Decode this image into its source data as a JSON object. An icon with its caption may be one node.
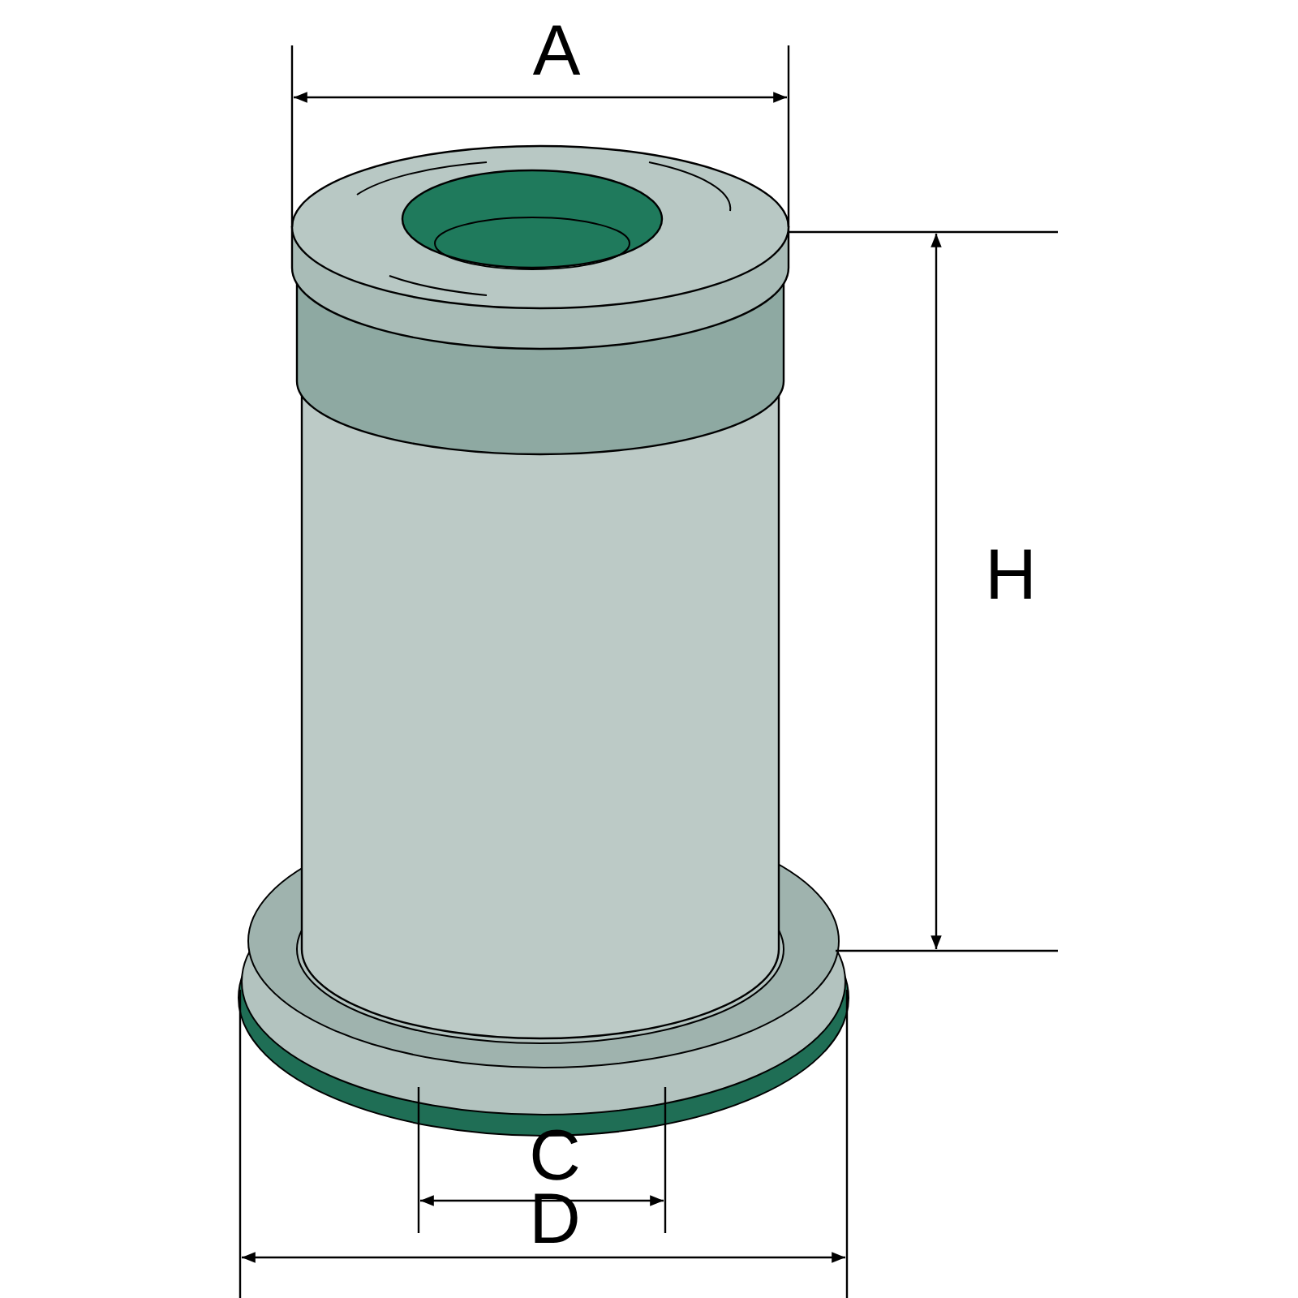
{
  "diagram": {
    "labels": [
      "A",
      "H",
      "C",
      "D"
    ]
  }
}
